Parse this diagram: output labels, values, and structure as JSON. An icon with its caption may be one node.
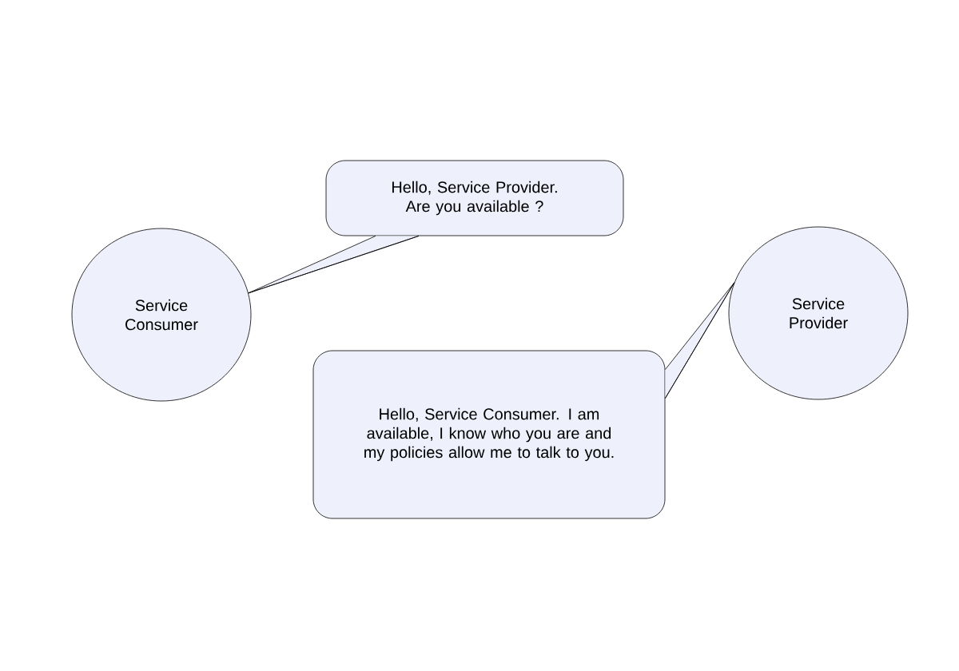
{
  "diagram": {
    "nodes": [
      {
        "text": [
          "Service Consumer"
        ]
      },
      {
        "text": [
          "Hello, Service Provider. Are you available ?"
        ]
      },
      {
        "text": [
          "Service Provider"
        ]
      },
      {
        "text": [
          "Hello, Service Consumer. I am available, I know who you are and my policies allow me to talk to you."
        ]
      }
    ],
    "edges": [
      {
        "from": 1,
        "to": 0,
        "arrow": "none"
      },
      {
        "from": 3,
        "to": 2,
        "arrow": "none"
      }
    ]
  }
}
